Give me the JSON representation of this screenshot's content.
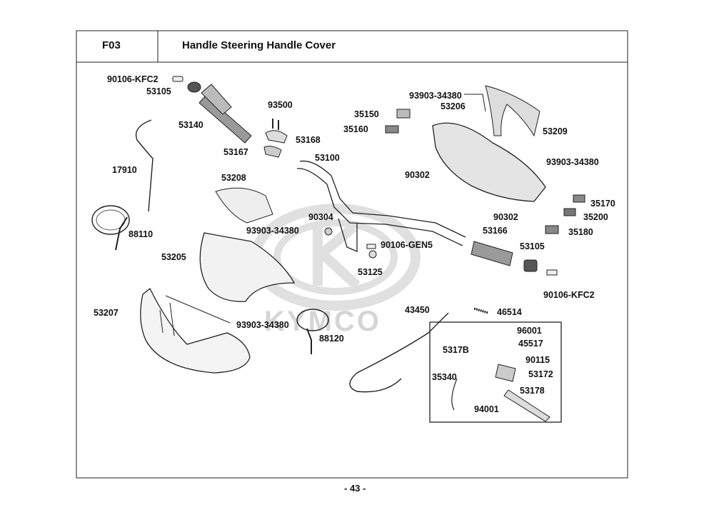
{
  "header": {
    "section_code": "F03",
    "title": "Handle Steering  Handle Cover"
  },
  "page_number": "- 43 -",
  "watermark": "KYMCO",
  "parts": {
    "p90106_kfc2_top": "90106-KFC2",
    "p53105_top": "53105",
    "p53140": "53140",
    "p93500": "93500",
    "p53168": "53168",
    "p53167": "53167",
    "p17910": "17910",
    "p53208": "53208",
    "p88110": "88110",
    "p93903_34380_mid": "93903-34380",
    "p53205": "53205",
    "p53207": "53207",
    "p93903_34380_low": "93903-34380",
    "p88120": "88120",
    "p53100": "53100",
    "p90304": "90304",
    "p90106_gen5": "90106-GEN5",
    "p53125": "53125",
    "p35150": "35150",
    "p35160": "35160",
    "p93903_34380_top": "93903-34380",
    "p53206": "53206",
    "p53209": "53209",
    "p90302_left": "90302",
    "p93903_34380_right": "93903-34380",
    "p90302_low": "90302",
    "p35170": "35170",
    "p35200": "35200",
    "p35180": "35180",
    "p53166": "53166",
    "p53105_right": "53105",
    "p90106_kfc2_right": "90106-KFC2",
    "p43450": "43450",
    "p46514": "46514",
    "p96001": "96001",
    "p45517": "45517",
    "p5317b": "5317B",
    "p90115": "90115",
    "p35340": "35340",
    "p53172": "53172",
    "p53178": "53178",
    "p94001": "94001"
  }
}
